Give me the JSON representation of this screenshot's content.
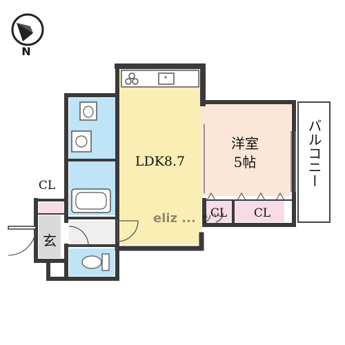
{
  "compass": {
    "north_label": "N",
    "icon": "compass-icon"
  },
  "rooms": {
    "ldk": "LDK8.7",
    "western_room_line1": "洋室",
    "western_room_line2": "5帖",
    "balcony": "バルコニー",
    "closet_entry": "CL",
    "closet_room_left": "CL",
    "closet_room_right": "CL",
    "entrance": "玄"
  },
  "watermark": "eliz ... ッツ",
  "colors": {
    "ldk": "#fbeeb4",
    "western_room": "#fbe6d8",
    "wet_area": "#bfe3f7",
    "closet": "#f7dbe6",
    "entrance": "#d9d9d9",
    "wall": "#3a3a3a"
  }
}
